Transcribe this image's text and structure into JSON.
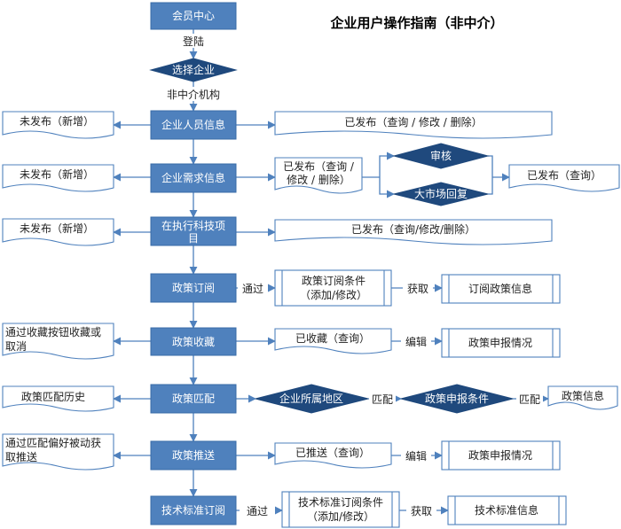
{
  "title": "企业用户操作指南（非中介）",
  "colors": {
    "box_fill": "#4F81BD",
    "diamond_fill": "#1F497D",
    "line": "#4F81BD",
    "doc_border": "#4F81BD",
    "doc_fill": "#ffffff"
  },
  "main": {
    "member_center": "会员中心",
    "login": "登陆",
    "select_enterprise": "选择企业",
    "non_intermediary": "非中介机构",
    "personnel": "企业人员信息",
    "demand": "企业需求信息",
    "project_line1": "在执行科技项",
    "project_line2": "目",
    "policy_subscribe": "政策订阅",
    "policy_favorite": "政策收藏",
    "policy_match": "政策匹配",
    "policy_push": "政策推送",
    "tech_subscribe": "技术标准订阅"
  },
  "left": {
    "personnel": "未发布（新增）",
    "demand": "未发布（新增）",
    "project": "未发布（新增）",
    "favorite_line1": "通过收藏按钮收藏或",
    "favorite_line2": "取消",
    "match": "政策匹配历史",
    "push_line1": "通过匹配偏好被动获",
    "push_line2": "取推送"
  },
  "right": {
    "personnel_published": "已发布（查询 / 修改 / 删除）",
    "demand_published_line1": "已发布（查询 /",
    "demand_published_line2": "修改 / 删除）",
    "review": "审核",
    "market_reply": "大市场回复",
    "demand_final": "已发布（查询）",
    "project_published": "已发布（查询/修改/删除）",
    "pass": "通过",
    "sub_cond_line1": "政策订阅条件",
    "sub_cond_line2": "（添加/修改）",
    "obtain": "获取",
    "sub_info": "订阅政策信息",
    "collected": "已收藏（查询）",
    "edit": "编辑",
    "apply_status": "政策申报情况",
    "region": "企业所属地区",
    "match_label": "匹配",
    "apply_cond": "政策申报条件",
    "match_label2": "匹配",
    "policy_info": "政策信息",
    "pushed": "已推送（查询）",
    "edit2": "编辑",
    "apply_status2": "政策申报情况",
    "pass2": "通过",
    "tech_cond_line1": "技术标准订阅条件",
    "tech_cond_line2": "（添加/修改）",
    "obtain2": "获取",
    "tech_info": "技术标准信息"
  }
}
